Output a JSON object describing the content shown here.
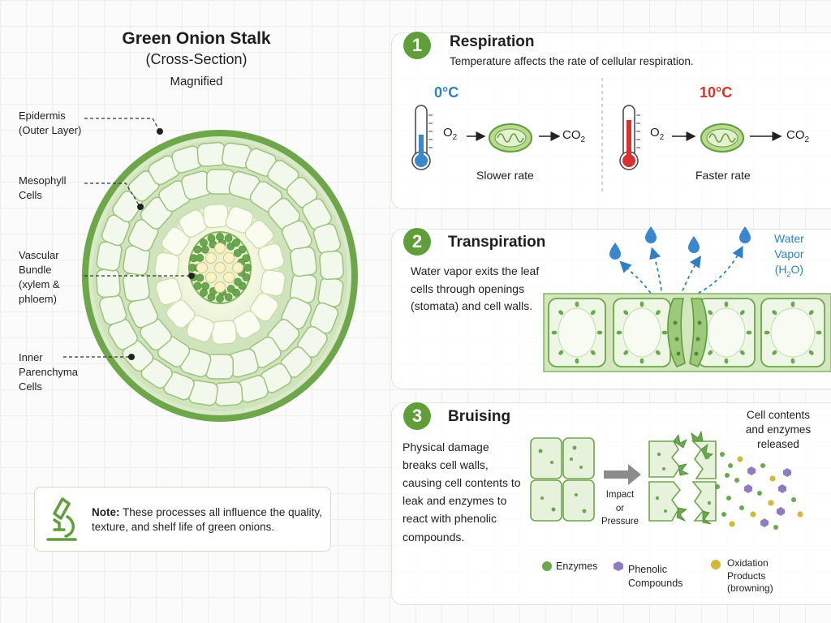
{
  "left": {
    "title": "Green Onion Stalk",
    "subtitle": "(Cross-Section)",
    "magnified": "Magnified",
    "labels": {
      "epidermis": [
        "Epidermis",
        "(Outer Layer)"
      ],
      "mesophyll": [
        "Mesophyll",
        "Cells"
      ],
      "vascular": [
        "Vascular",
        "Bundle",
        "(xylem &",
        "phloem)"
      ],
      "inner": [
        "Inner",
        "Parenchyma",
        "Cells"
      ]
    },
    "note": {
      "bold": "Note:",
      "text": " These processes all influence the quality, texture, and shelf life of green onions."
    }
  },
  "respiration": {
    "number": "1",
    "title": "Respiration",
    "description": "Temperature affects the rate of cellular respiration.",
    "cold": {
      "temp": "0°C",
      "rate": "Slower rate",
      "color": "#2f7fc4"
    },
    "warm": {
      "temp": "10°C",
      "rate": "Faster rate",
      "color": "#d9312b"
    },
    "in_molecule": "O",
    "in_sub": "2",
    "out_molecule": "CO",
    "out_sub": "2"
  },
  "transpiration": {
    "number": "2",
    "title": "Transpiration",
    "description": "Water vapor exits the leaf cells through openings (stomata) and cell walls.",
    "vapor": [
      "Water",
      "Vapor",
      "(H",
      "2",
      "O)"
    ]
  },
  "bruising": {
    "number": "3",
    "title": "Bruising",
    "description": "Physical damage breaks cell walls, causing cell contents to leak and enzymes to react with phenolic compounds.",
    "impact": [
      "Impact",
      "or",
      "Pressure"
    ],
    "released": [
      "Cell contents",
      "and enzymes",
      "released"
    ],
    "legend": [
      {
        "label": [
          "Enzymes"
        ],
        "color": "#6aa84f"
      },
      {
        "label": [
          "Phenolic",
          "Compounds"
        ],
        "color": "#8e7cc3"
      },
      {
        "label": [
          "Oxidation",
          "Products",
          "(browning)"
        ],
        "color": "#d4b73d"
      }
    ]
  },
  "colors": {
    "accent": "#5f9e39",
    "cell_fill": "#eef6e6",
    "cell_stroke": "#9cc37c"
  }
}
